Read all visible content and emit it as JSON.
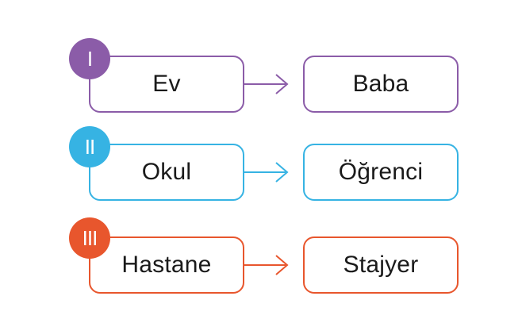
{
  "rows": [
    {
      "numeral": "I",
      "from": "Ev",
      "to": "Baba",
      "color": "#8B5CA8"
    },
    {
      "numeral": "II",
      "from": "Okul",
      "to": "Öğrenci",
      "color": "#36B3E3"
    },
    {
      "numeral": "III",
      "from": "Hastane",
      "to": "Stajyer",
      "color": "#E8562D"
    }
  ]
}
